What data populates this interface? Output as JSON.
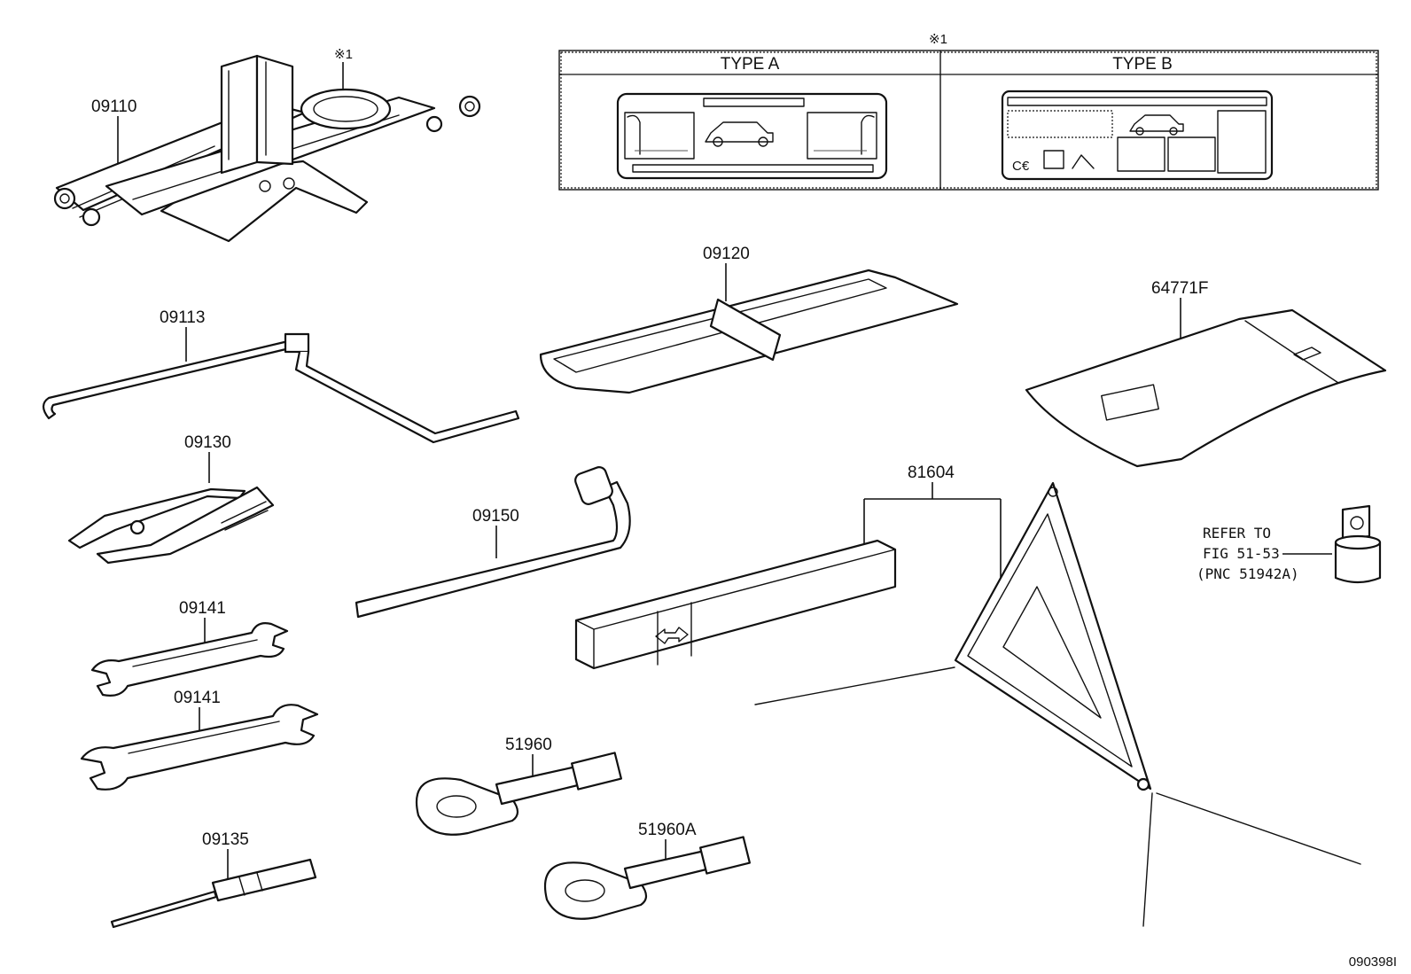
{
  "callouts": {
    "jack": "09110",
    "jack_note": "※1",
    "jack_handle": "09113",
    "pliers": "09130",
    "wrench_small": "09141",
    "wrench_large": "09141",
    "screwdriver": "09135",
    "tool_bag": "09120",
    "wheel_wrench": "09150",
    "towing_eye": "51960",
    "towing_eye_a": "51960A",
    "warning_triangle_case": "81604",
    "tool_tray": "64771F"
  },
  "label_table": {
    "note": "※1",
    "type_a": "TYPE A",
    "type_b": "TYPE B"
  },
  "refer_note": {
    "line1": "REFER TO",
    "line2": "FIG 51-53",
    "line3": "(PNC 51942A)"
  },
  "figure_id": "090398I",
  "icon_names": [
    "jack-icon",
    "jack-handle-icon",
    "pliers-icon",
    "wrench-icon",
    "screwdriver-icon",
    "tool-bag-icon",
    "wheel-wrench-icon",
    "towing-eye-icon",
    "triangle-case-icon",
    "warning-triangle-icon",
    "tool-tray-icon",
    "bolt-icon",
    "car-icon",
    "ce-mark-icon"
  ]
}
